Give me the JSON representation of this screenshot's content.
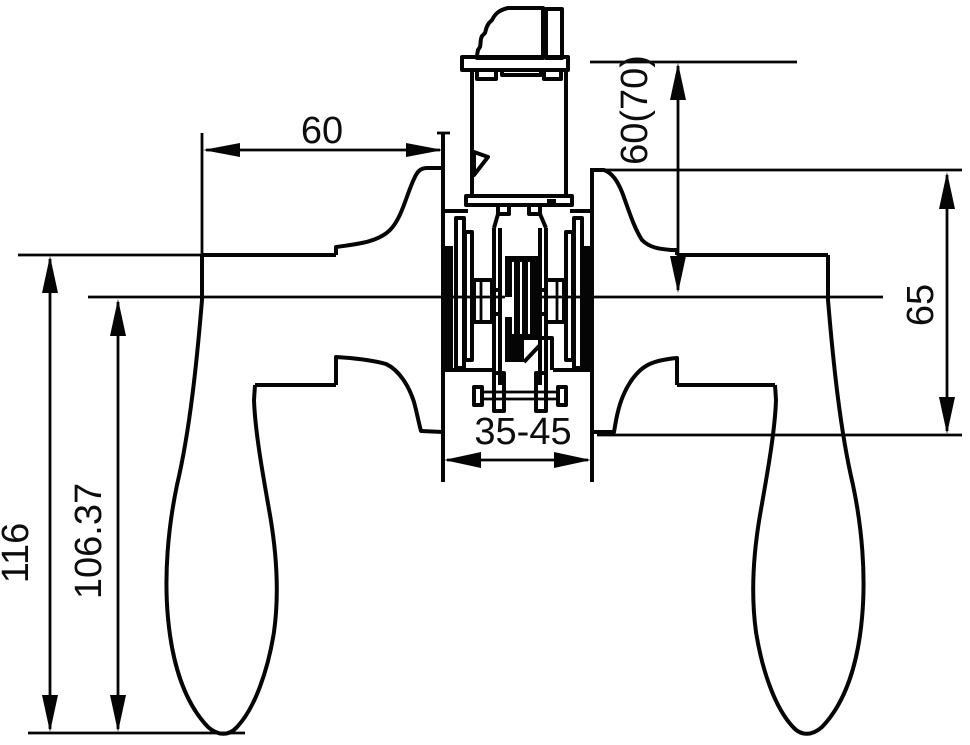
{
  "diagram": {
    "background_color": "#ffffff",
    "line_color": "#050505",
    "labels": {
      "backset_width": "60",
      "cylinder_height": "60(70)",
      "rose_height": "65",
      "door_thickness_range": "35-45",
      "lever_drop_inner": "106.37",
      "lever_drop_overall": "116"
    }
  }
}
